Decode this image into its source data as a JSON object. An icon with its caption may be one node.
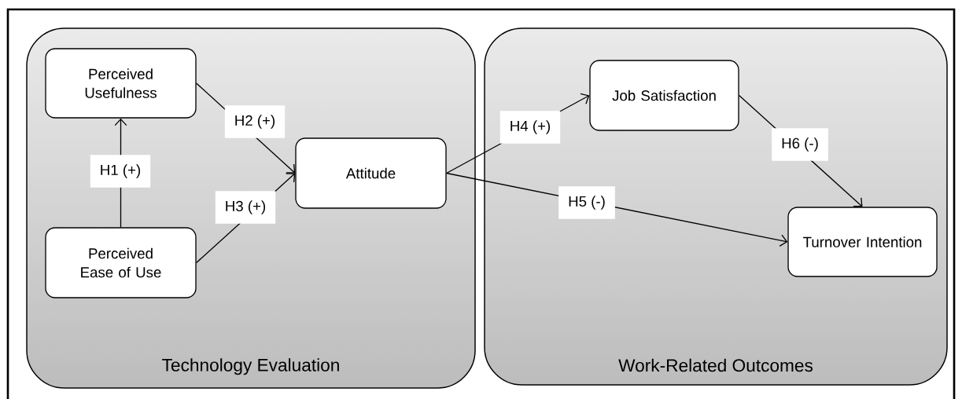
{
  "diagram": {
    "nodes": [
      {
        "text": [
          "Technology Evaluation"
        ]
      },
      {
        "text": [
          "Perceived Usefulness"
        ],
        "in": 0
      },
      {
        "text": [
          "Perceived Ease of Use"
        ],
        "in": 0
      },
      {
        "text": [
          "Attitude"
        ],
        "in": 0
      },
      {
        "text": [
          "Work-Related Outcomes"
        ]
      },
      {
        "text": [
          "Job Satisfaction"
        ],
        "in": 4
      },
      {
        "text": [
          "Turnover Intention"
        ],
        "in": 4
      }
    ],
    "edges": [
      {
        "from": 2,
        "to": 1,
        "arrow": "to",
        "label": "H1 (+)"
      },
      {
        "from": 1,
        "to": 3,
        "arrow": "to",
        "label": "H2 (+)"
      },
      {
        "from": 2,
        "to": 3,
        "arrow": "to",
        "label": "H3 (+)"
      },
      {
        "from": 3,
        "to": 5,
        "arrow": "to",
        "label": "H4 (+)"
      },
      {
        "from": 3,
        "to": 6,
        "arrow": "to",
        "label": "H5 (-)"
      },
      {
        "from": 5,
        "to": 6,
        "arrow": "to",
        "label": "H6 (-)"
      }
    ]
  }
}
